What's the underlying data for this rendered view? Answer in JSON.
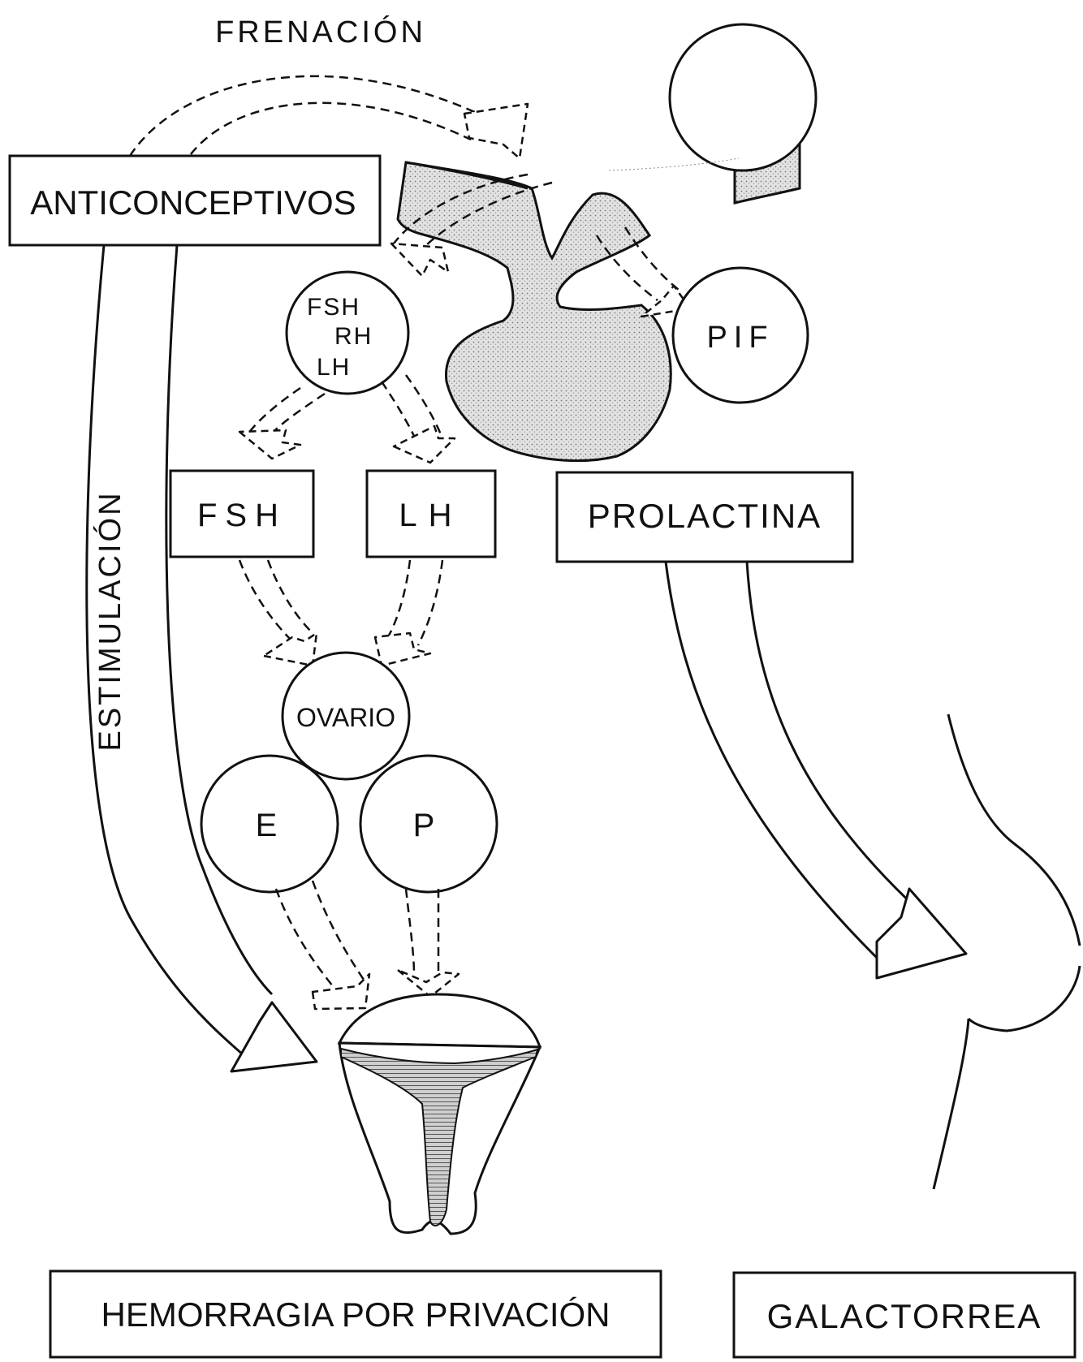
{
  "labels": {
    "frenacion": "FRENACIÓN",
    "anticonceptivos": "ANTICONCEPTIVOS",
    "estimulacion": "ESTIMULACIÓN",
    "fsh_rh_line1": "FSH",
    "fsh_rh_line2": "RH",
    "fsh_rh_line3": "LH",
    "pif": "PIF",
    "fsh": "FSH",
    "lh": "LH",
    "prolactina": "PROLACTINA",
    "ovario": "OVARIO",
    "e": "E",
    "p": "P",
    "hemorragia": "HEMORRAGIA POR PRIVACIÓN",
    "galactorrea": "GALACTORREA"
  },
  "colors": {
    "ink": "#111111",
    "background": "#ffffff",
    "stipple": "#d9d9d9"
  }
}
